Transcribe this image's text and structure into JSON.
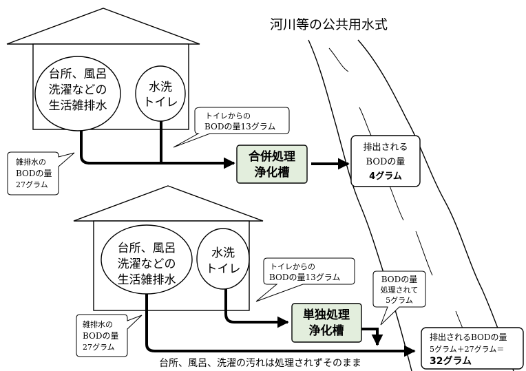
{
  "river_label": "河川等の公共用水式",
  "top_system": {
    "kitchen_bubble": [
      "台所、風呂",
      "洗濯などの",
      "生活雑排水"
    ],
    "toilet_bubble": [
      "水洗",
      "トイレ"
    ],
    "toilet_callout": [
      "トイレからの",
      "BODの量13グラム"
    ],
    "gray_callout": [
      "雑排水の",
      "BODの量",
      "27グラム"
    ],
    "tank": [
      "合併処理",
      "浄化槽"
    ],
    "discharge_box": [
      "排出される",
      "BODの量",
      "4グラム"
    ]
  },
  "bottom_system": {
    "kitchen_bubble": [
      "台所、風呂",
      "洗濯などの",
      "生活雑排水"
    ],
    "toilet_bubble": [
      "水洗",
      "トイレ"
    ],
    "toilet_callout": [
      "トイレからの",
      "BODの量13グラム"
    ],
    "gray_callout": [
      "雑排水の",
      "BODの量",
      "27グラム"
    ],
    "tank": [
      "単独処理",
      "浄化槽"
    ],
    "treated_callout": [
      "BODの量",
      "処理されて",
      "5グラム"
    ],
    "bottom_caption": "台所、風呂、洗濯の汚れは処理されずそのまま",
    "discharge_box": [
      "排出されるBODの量",
      "5グラム＋27グラム＝",
      "32グラム"
    ]
  },
  "colors": {
    "tank_fill": "#e3eedd",
    "line": "#000000",
    "background": "#ffffff"
  }
}
